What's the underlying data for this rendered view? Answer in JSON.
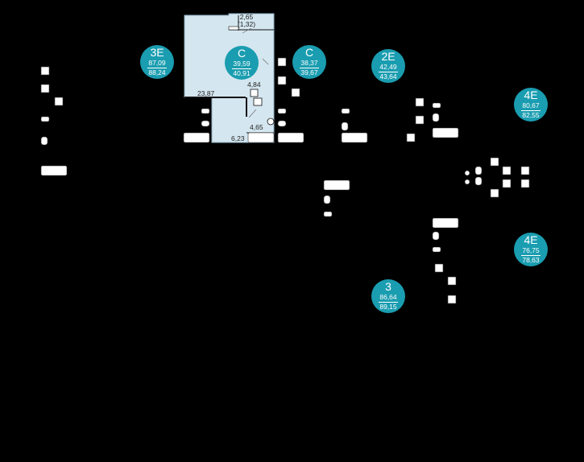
{
  "units": [
    {
      "id": "unit-3e-left",
      "type": "3E",
      "area": "87,09",
      "area_total": "88,24"
    },
    {
      "id": "unit-c-highlighted",
      "type": "C",
      "area": "39,59",
      "area_total": "40,91"
    },
    {
      "id": "unit-c-neighbor",
      "type": "C",
      "area": "38,37",
      "area_total": "39,67"
    },
    {
      "id": "unit-2e",
      "type": "2E",
      "area": "42,49",
      "area_total": "43,64"
    },
    {
      "id": "unit-4e-top",
      "type": "4E",
      "area": "80,67",
      "area_total": "82,55"
    },
    {
      "id": "unit-4e-bottom",
      "type": "4E",
      "area": "76,75",
      "area_total": "78,63"
    },
    {
      "id": "unit-3",
      "type": "3",
      "area": "86,64",
      "area_total": "89,15"
    }
  ],
  "rooms": {
    "balcony_area": "2,65",
    "balcony_area_reduced": "(1,32)",
    "living_area": "23,87",
    "bathroom_area": "4,84",
    "hall_area": "4,65",
    "kitchen_area": "6,23"
  },
  "colors": {
    "background": "#000000",
    "badge": "#1a9db0",
    "highlight_fill": "#d4e6ef",
    "fixture": "#ffffff"
  }
}
